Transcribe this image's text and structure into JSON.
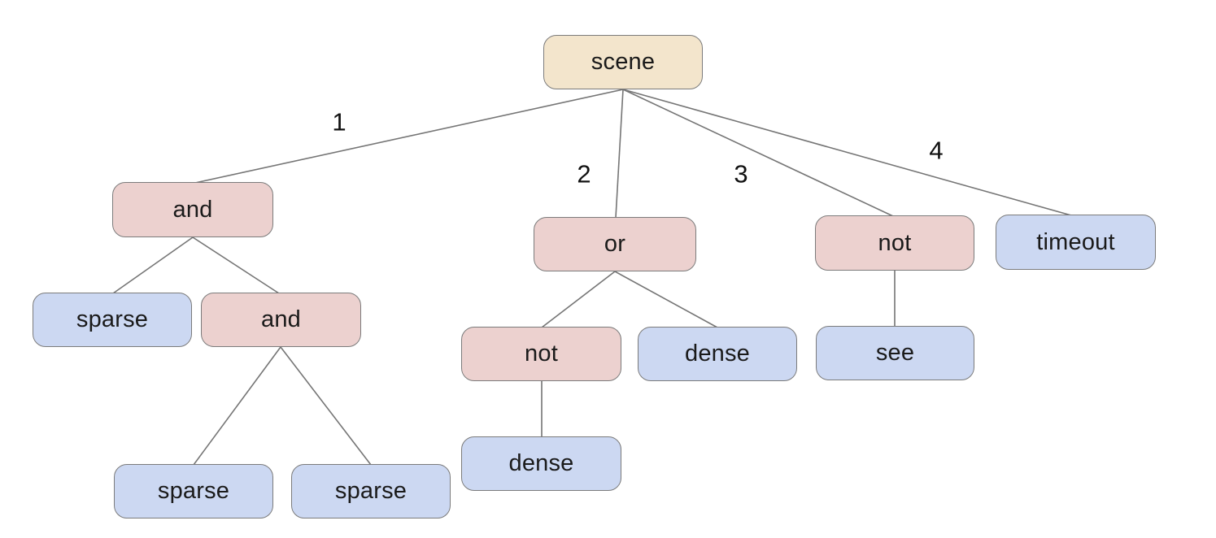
{
  "diagram": {
    "type": "tree",
    "root": "scene"
  },
  "colors": {
    "background": "#ffffff",
    "root_fill": "#f3e5cc",
    "operator_fill": "#ecd1cf",
    "leaf_fill": "#ccd8f2",
    "node_border": "#7b7b7b",
    "edge_stroke": "#757575",
    "text": "#1a1a1a"
  },
  "nodes": [
    {
      "id": "scene",
      "label": "scene",
      "role": "root"
    },
    {
      "id": "and-1",
      "label": "and",
      "role": "operator"
    },
    {
      "id": "or-1",
      "label": "or",
      "role": "operator"
    },
    {
      "id": "not-1",
      "label": "not",
      "role": "operator"
    },
    {
      "id": "timeout",
      "label": "timeout",
      "role": "leaf"
    },
    {
      "id": "sparse-1",
      "label": "sparse",
      "role": "leaf"
    },
    {
      "id": "and-2",
      "label": "and",
      "role": "operator"
    },
    {
      "id": "not-2",
      "label": "not",
      "role": "operator"
    },
    {
      "id": "dense-1",
      "label": "dense",
      "role": "leaf"
    },
    {
      "id": "see",
      "label": "see",
      "role": "leaf"
    },
    {
      "id": "dense-2",
      "label": "dense",
      "role": "leaf"
    },
    {
      "id": "sparse-2",
      "label": "sparse",
      "role": "leaf"
    },
    {
      "id": "sparse-3",
      "label": "sparse",
      "role": "leaf"
    }
  ],
  "edges": [
    {
      "from": "scene",
      "to": "and-1",
      "label": "1"
    },
    {
      "from": "scene",
      "to": "or-1",
      "label": "2"
    },
    {
      "from": "scene",
      "to": "not-1",
      "label": "3"
    },
    {
      "from": "scene",
      "to": "timeout",
      "label": "4"
    },
    {
      "from": "and-1",
      "to": "sparse-1",
      "label": ""
    },
    {
      "from": "and-1",
      "to": "and-2",
      "label": ""
    },
    {
      "from": "and-2",
      "to": "sparse-2",
      "label": ""
    },
    {
      "from": "and-2",
      "to": "sparse-3",
      "label": ""
    },
    {
      "from": "or-1",
      "to": "not-2",
      "label": ""
    },
    {
      "from": "or-1",
      "to": "dense-1",
      "label": ""
    },
    {
      "from": "not-2",
      "to": "dense-2",
      "label": ""
    },
    {
      "from": "not-1",
      "to": "see",
      "label": ""
    }
  ]
}
